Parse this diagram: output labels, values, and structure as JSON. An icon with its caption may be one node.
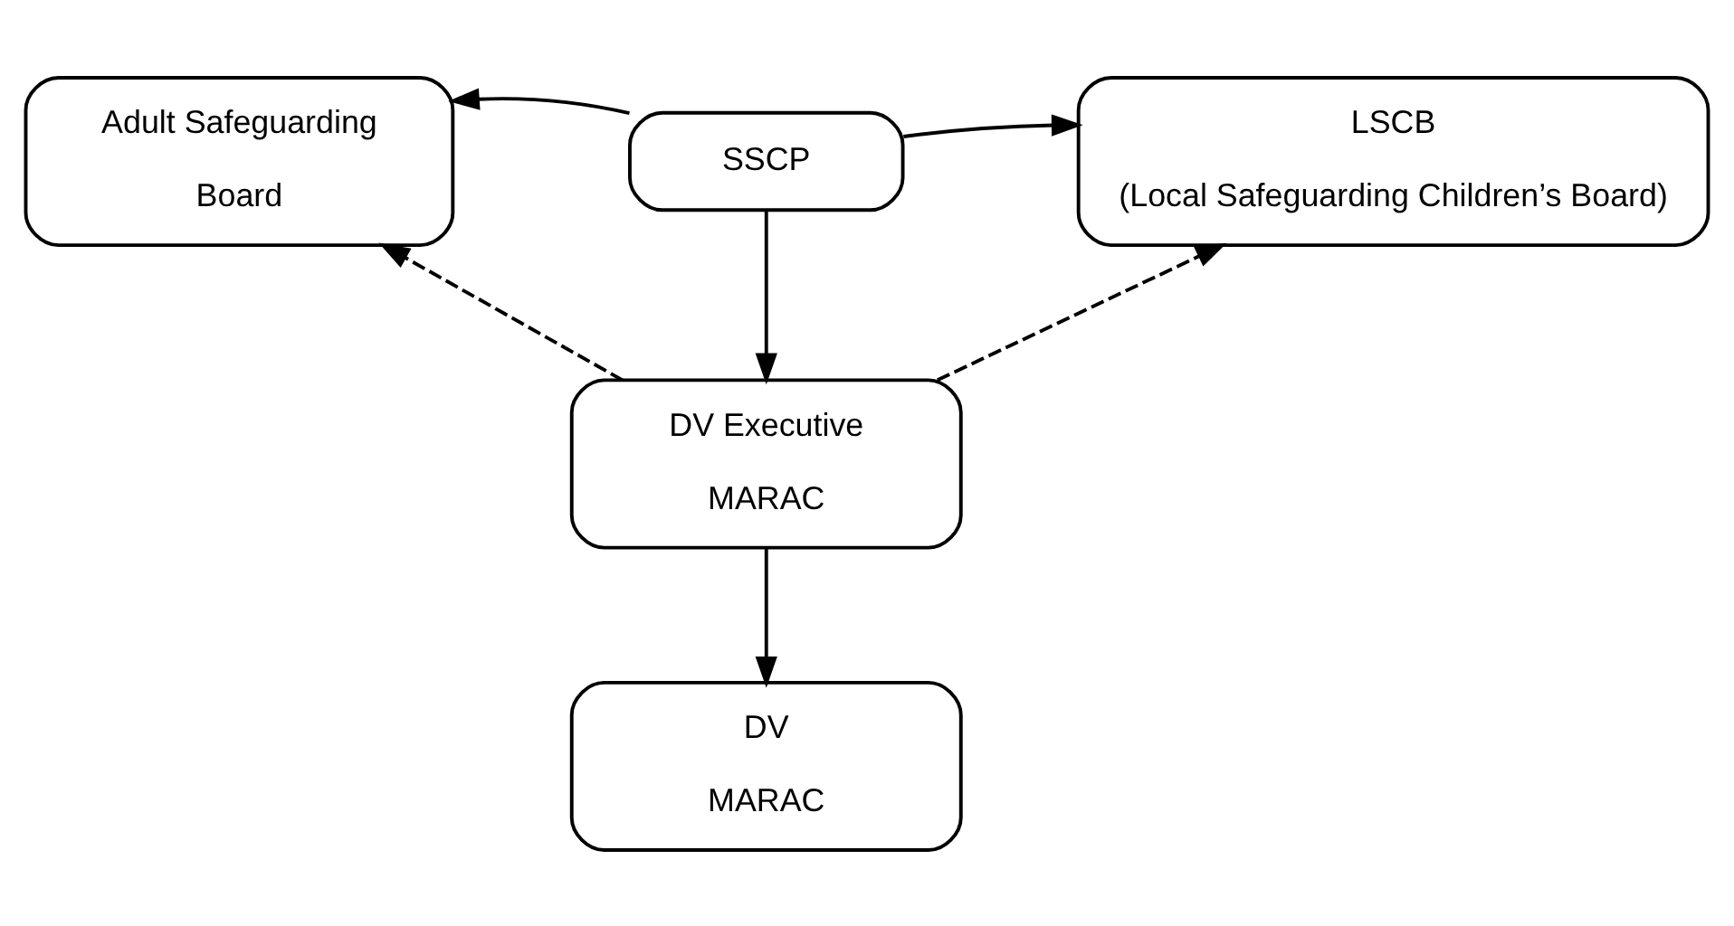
{
  "diagram": {
    "nodes": [
      {
        "text": [
          "Adult Safeguarding",
          "Board"
        ]
      },
      {
        "text": [
          "SSCP"
        ]
      },
      {
        "text": [
          "LSCB",
          "(Local Safeguarding Children’s Board)"
        ]
      },
      {
        "text": [
          "DV Executive",
          "MARAC"
        ]
      },
      {
        "text": [
          "DV",
          "MARAC"
        ]
      }
    ],
    "edges": [
      {
        "from": 1,
        "to": 0,
        "arrow": "to"
      },
      {
        "from": 1,
        "to": 2,
        "arrow": "to"
      },
      {
        "from": 1,
        "to": 3,
        "arrow": "to"
      },
      {
        "from": 3,
        "to": 0,
        "arrow": "to",
        "style": "dashed"
      },
      {
        "from": 3,
        "to": 2,
        "arrow": "to",
        "style": "dashed"
      },
      {
        "from": 3,
        "to": 4,
        "arrow": "to"
      }
    ]
  }
}
